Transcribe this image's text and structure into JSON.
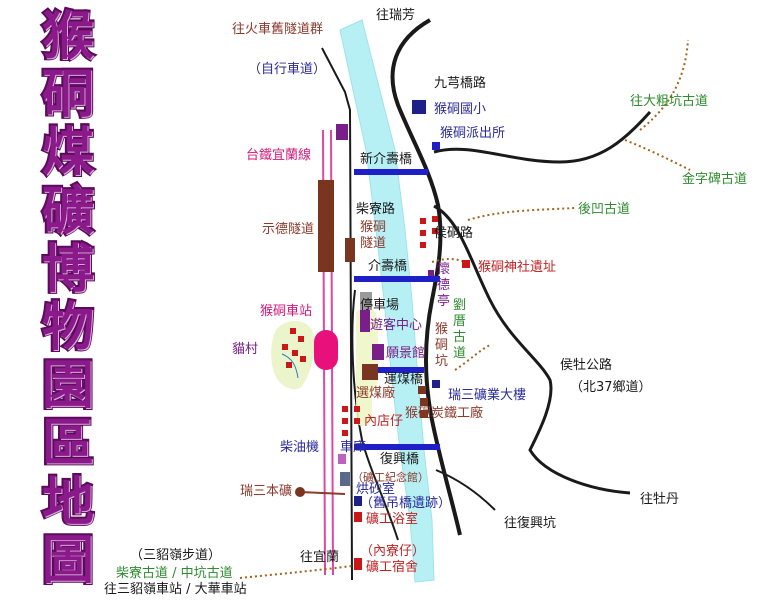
{
  "title": {
    "chars": [
      "猴",
      "硐",
      "煤",
      "礦",
      "博",
      "物",
      "園",
      "區",
      "地",
      "圖"
    ]
  },
  "labels": {
    "to_ruifang": "往瑞芳",
    "old_tunnels": "往火車舊隧道群",
    "bike_path": "（自行車道）",
    "jiufen_bridge": "九芎橋路",
    "houtong_elementary": "猴硐國小",
    "houtong_police": "猴硐派出所",
    "to_dacukeng": "往大粗坑古道",
    "jinzibei": "金字碑古道",
    "yilan_line": "台鐵宜蘭線",
    "xinjieshou_bridge": "新介壽橋",
    "chaiiao_road": "柴寮路",
    "houao_trail": "後凹古道",
    "shide_tunnel": "示德隧道",
    "houtong_tunnel": "猴硐隧道",
    "houtong_road": "侯硐路",
    "jieshou_bridge": "介壽橋",
    "huaide_pavilion": "懷德亭",
    "houtong_shrine": "猴硐神社遺址",
    "parking": "停車場",
    "visitor_center": "遊客中心",
    "liucuo_trail": "劉厝古道",
    "houtong_station": "猴硐車站",
    "houtong_kang": "猴硐坑",
    "cat_village": "貓村",
    "gujing_hall": "願景館",
    "yunmei_bridge": "運煤橋",
    "houmu_road": "侯牡公路",
    "county_road": "（北37鄉道）",
    "coal_plant": "選煤廠",
    "ruisan_building": "瑞三礦業大樓",
    "charcoal_factory": "猴硐炭鐵工廠",
    "neidianzai": "內店仔",
    "diesel_depot": "柴油機",
    "depot": "車庫",
    "fuxing_bridge": "復興橋",
    "mining_memorial": "（礦工紀念館）",
    "drying_room": "烘砂室",
    "ruisan_mine": "瑞三本礦",
    "to_mudan": "往牡丹",
    "old_ropeway": "（舊吊橋遺跡）",
    "miner_bath": "礦工浴室",
    "to_fuxingkeng": "往復興坑",
    "neiliaozai": "（內寮仔）",
    "miner_dorm": "礦工宿舍",
    "to_yilan": "往宜蘭",
    "sandiao_trail": "（三貂嶺步道）",
    "chaiiao_trail": "柴寮古道",
    "slash": " / ",
    "zhongkeng_trail": "中坑古道",
    "to_stations": "往三貂嶺車站 / 大華車站"
  },
  "colors": {
    "river": "#b6f0f5",
    "track": "#e0479e",
    "road": "#1a1a1a",
    "bridge": "#1f1fc8",
    "building_brown": "#7a3520",
    "building_purple": "#7a1f8a",
    "building_red": "#c81818",
    "building_navy": "#1f1f8a",
    "trail": "#a0661a",
    "station": "#e8107a",
    "title": "#8a1a8a"
  },
  "icons": {
    "cat_village": "house-cluster-icon",
    "ruisan_mine": "mine-entrance-icon"
  }
}
